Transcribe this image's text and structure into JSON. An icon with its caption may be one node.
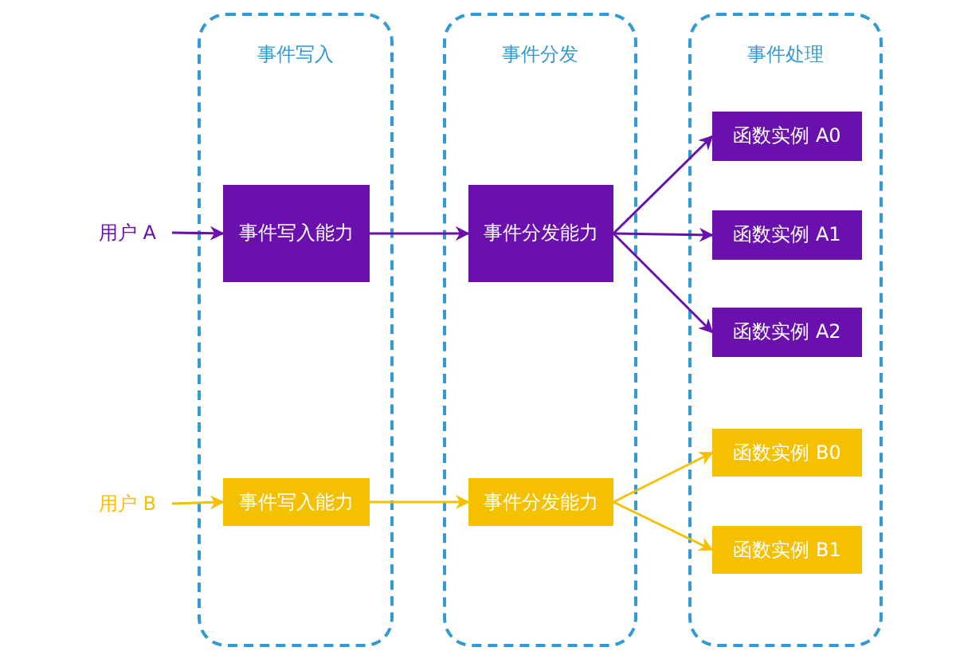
{
  "diagram": {
    "nodes": [
      {
        "text": [
          "事件写入"
        ]
      },
      {
        "text": [
          "事件分发"
        ]
      },
      {
        "text": [
          "事件处理"
        ]
      },
      {
        "text": [
          "用户 A"
        ]
      },
      {
        "text": [
          "事件写入能力"
        ],
        "in": 0
      },
      {
        "text": [
          "事件分发能力"
        ],
        "in": 1
      },
      {
        "text": [
          "函数实例 A0"
        ],
        "in": 2
      },
      {
        "text": [
          "函数实例 A1"
        ],
        "in": 2
      },
      {
        "text": [
          "函数实例 A2"
        ],
        "in": 2
      },
      {
        "text": [
          "用户 B"
        ]
      },
      {
        "text": [
          "事件写入能力"
        ],
        "in": 0
      },
      {
        "text": [
          "事件分发能力"
        ],
        "in": 1
      },
      {
        "text": [
          "函数实例 B0"
        ],
        "in": 2
      },
      {
        "text": [
          "函数实例 B1"
        ],
        "in": 2
      }
    ],
    "edges": [
      {
        "from": 3,
        "to": 4,
        "arrow": "to"
      },
      {
        "from": 4,
        "to": 5,
        "arrow": "to"
      },
      {
        "from": 5,
        "to": 6,
        "arrow": "to"
      },
      {
        "from": 5,
        "to": 7,
        "arrow": "to"
      },
      {
        "from": 5,
        "to": 8,
        "arrow": "to"
      },
      {
        "from": 9,
        "to": 10,
        "arrow": "to",
        "color": "#f5c000"
      },
      {
        "from": 10,
        "to": 11,
        "arrow": "to",
        "color": "#f5c000"
      },
      {
        "from": 11,
        "to": 12,
        "arrow": "to",
        "color": "#f5c000"
      },
      {
        "from": 11,
        "to": 13,
        "arrow": "to",
        "color": "#f5c000"
      }
    ]
  }
}
